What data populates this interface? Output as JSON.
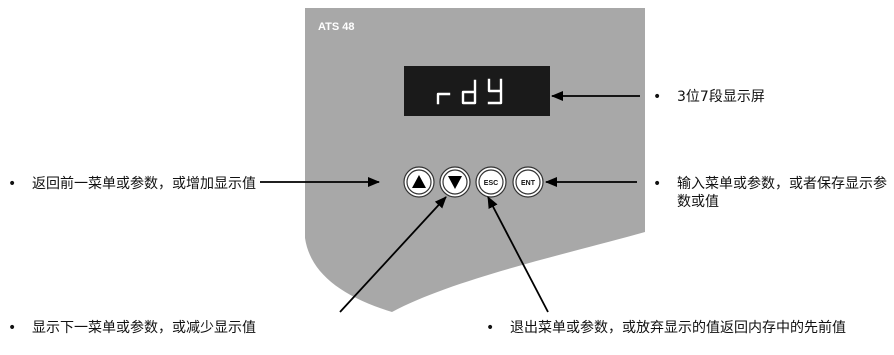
{
  "device": {
    "model_label": "ATS 48",
    "display_text": "r d Y",
    "keys": {
      "esc_label": "ESC",
      "ent_label": "ENT"
    },
    "panel_color": "#a8a8a8",
    "display_color": "#1a1a1a",
    "arrow_icon_color": "#000000"
  },
  "annotations": {
    "bullet": "•",
    "display": "3位7段显示屏",
    "up_key": "返回前一菜单或参数，或增加显示值",
    "enter_key": "输入菜单或参数，或者保存显示参数或值",
    "down_key": "显示下一菜单或参数，或减少显示值",
    "esc_key": "退出菜单或参数，或放弃显示的值返回内存中的先前值"
  }
}
